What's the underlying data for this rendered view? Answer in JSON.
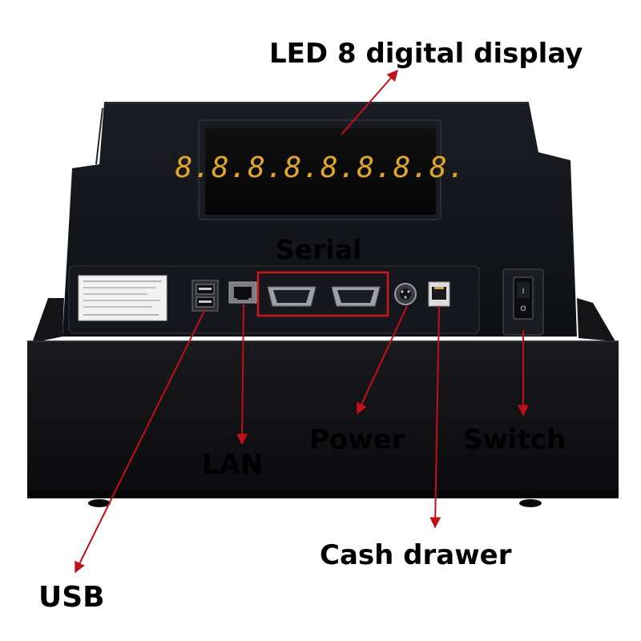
{
  "labels": {
    "led_display": "LED 8 digital display",
    "serial": "Serial",
    "power": "Power",
    "switch": "Switch",
    "lan": "LAN",
    "cash_drawer": "Cash drawer",
    "usb": "USB"
  },
  "display": {
    "digits": "8.8.8.8.8.8.8.8."
  },
  "colors": {
    "arrow": "#c0101a",
    "device_body": "#111114",
    "display_digits": "#e0a82a",
    "highlight_box": "#d01818"
  }
}
